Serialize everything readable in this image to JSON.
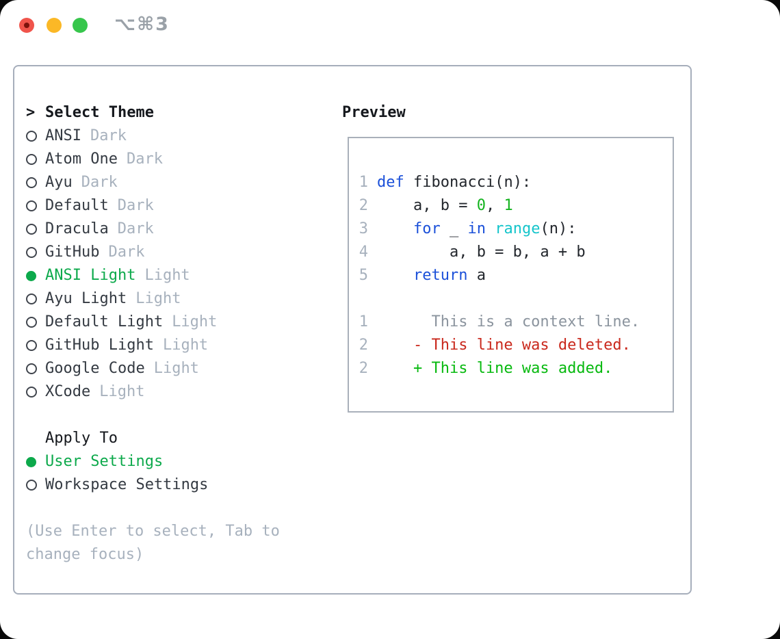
{
  "window": {
    "title": "⌥⌘3",
    "buttons": [
      "close",
      "minimize",
      "zoom"
    ]
  },
  "theme_panel": {
    "header": {
      "prompt": ">",
      "label": "Select Theme"
    },
    "themes": [
      {
        "name": "ANSI",
        "variant": "Dark",
        "selected": false
      },
      {
        "name": "Atom One",
        "variant": "Dark",
        "selected": false
      },
      {
        "name": "Ayu",
        "variant": "Dark",
        "selected": false
      },
      {
        "name": "Default",
        "variant": "Dark",
        "selected": false
      },
      {
        "name": "Dracula",
        "variant": "Dark",
        "selected": false
      },
      {
        "name": "GitHub",
        "variant": "Dark",
        "selected": false
      },
      {
        "name": "ANSI Light",
        "variant": "Light",
        "selected": true
      },
      {
        "name": "Ayu Light",
        "variant": "Light",
        "selected": false
      },
      {
        "name": "Default Light",
        "variant": "Light",
        "selected": false
      },
      {
        "name": "GitHub Light",
        "variant": "Light",
        "selected": false
      },
      {
        "name": "Google Code",
        "variant": "Light",
        "selected": false
      },
      {
        "name": "XCode",
        "variant": "Light",
        "selected": false
      }
    ],
    "apply_to": {
      "label": "Apply To",
      "options": [
        {
          "label": "User Settings",
          "selected": true
        },
        {
          "label": "Workspace Settings",
          "selected": false
        }
      ]
    },
    "hint_lines": [
      "(Use Enter to select, Tab to",
      "change focus)"
    ]
  },
  "preview": {
    "label": "Preview",
    "lines": [
      {
        "num": "",
        "tokens": []
      },
      {
        "num": "1",
        "tokens": [
          [
            "kw",
            "def"
          ],
          [
            "pl",
            " fibonacci(n):"
          ]
        ]
      },
      {
        "num": "2",
        "tokens": [
          [
            "pl",
            "    a, b = "
          ],
          [
            "num",
            "0"
          ],
          [
            "pl",
            ", "
          ],
          [
            "num",
            "1"
          ]
        ]
      },
      {
        "num": "3",
        "tokens": [
          [
            "pl",
            "    "
          ],
          [
            "kw",
            "for"
          ],
          [
            "pl",
            " _ "
          ],
          [
            "kw",
            "in"
          ],
          [
            "pl",
            " "
          ],
          [
            "fn",
            "range"
          ],
          [
            "pl",
            "(n):"
          ]
        ]
      },
      {
        "num": "4",
        "tokens": [
          [
            "pl",
            "        a, b = b, a + b"
          ]
        ]
      },
      {
        "num": "5",
        "tokens": [
          [
            "pl",
            "    "
          ],
          [
            "kw",
            "return"
          ],
          [
            "pl",
            " a"
          ]
        ]
      },
      {
        "num": "",
        "tokens": []
      },
      {
        "num": "1",
        "tokens": [
          [
            "ctx",
            "      This is a context line."
          ]
        ]
      },
      {
        "num": "2",
        "tokens": [
          [
            "del",
            "    - This line was deleted."
          ]
        ]
      },
      {
        "num": "2",
        "tokens": [
          [
            "add",
            "    + This line was added."
          ]
        ]
      },
      {
        "num": "",
        "tokens": []
      }
    ]
  },
  "colors": {
    "selected_green": "#0ca94b",
    "keyword_blue": "#1b50d9",
    "function_cyan": "#15c5cb",
    "number_green": "#13b31e",
    "diff_added_green": "#07b90f",
    "diff_deleted_red": "#c9281c",
    "context_gray": "#8b949e",
    "dim_gray": "#a7b1bd",
    "text_dark": "#343a42",
    "panel_border": "#a6aebb",
    "traffic_red": "#f0544b",
    "traffic_yellow": "#fbb826",
    "traffic_green": "#37c64c"
  }
}
